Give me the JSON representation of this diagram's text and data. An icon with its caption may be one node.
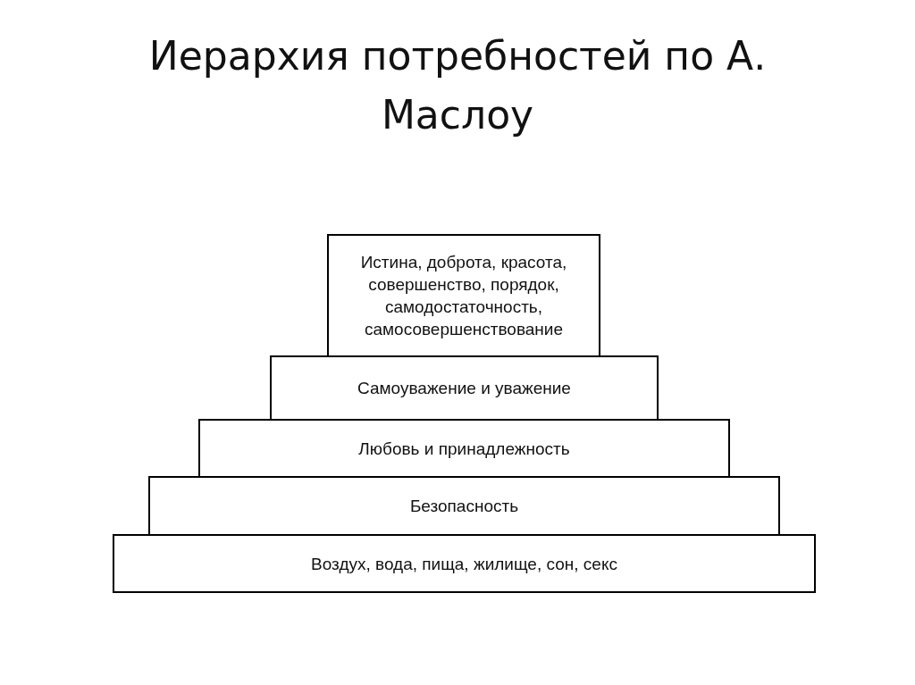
{
  "diagram": {
    "title": "Иерархия потребностей по А. Маслоу",
    "nodes": [
      {
        "text": [
          "Истина, доброта, красота, совершенство, порядок, самодостаточность, самосовершенствование"
        ]
      },
      {
        "text": [
          "Самоуважение и уважение"
        ]
      },
      {
        "text": [
          "Любовь и принадлежность"
        ]
      },
      {
        "text": [
          "Безопасность"
        ]
      },
      {
        "text": [
          "Воздух, вода, пища, жилище, сон, секс"
        ]
      }
    ],
    "edges": []
  }
}
